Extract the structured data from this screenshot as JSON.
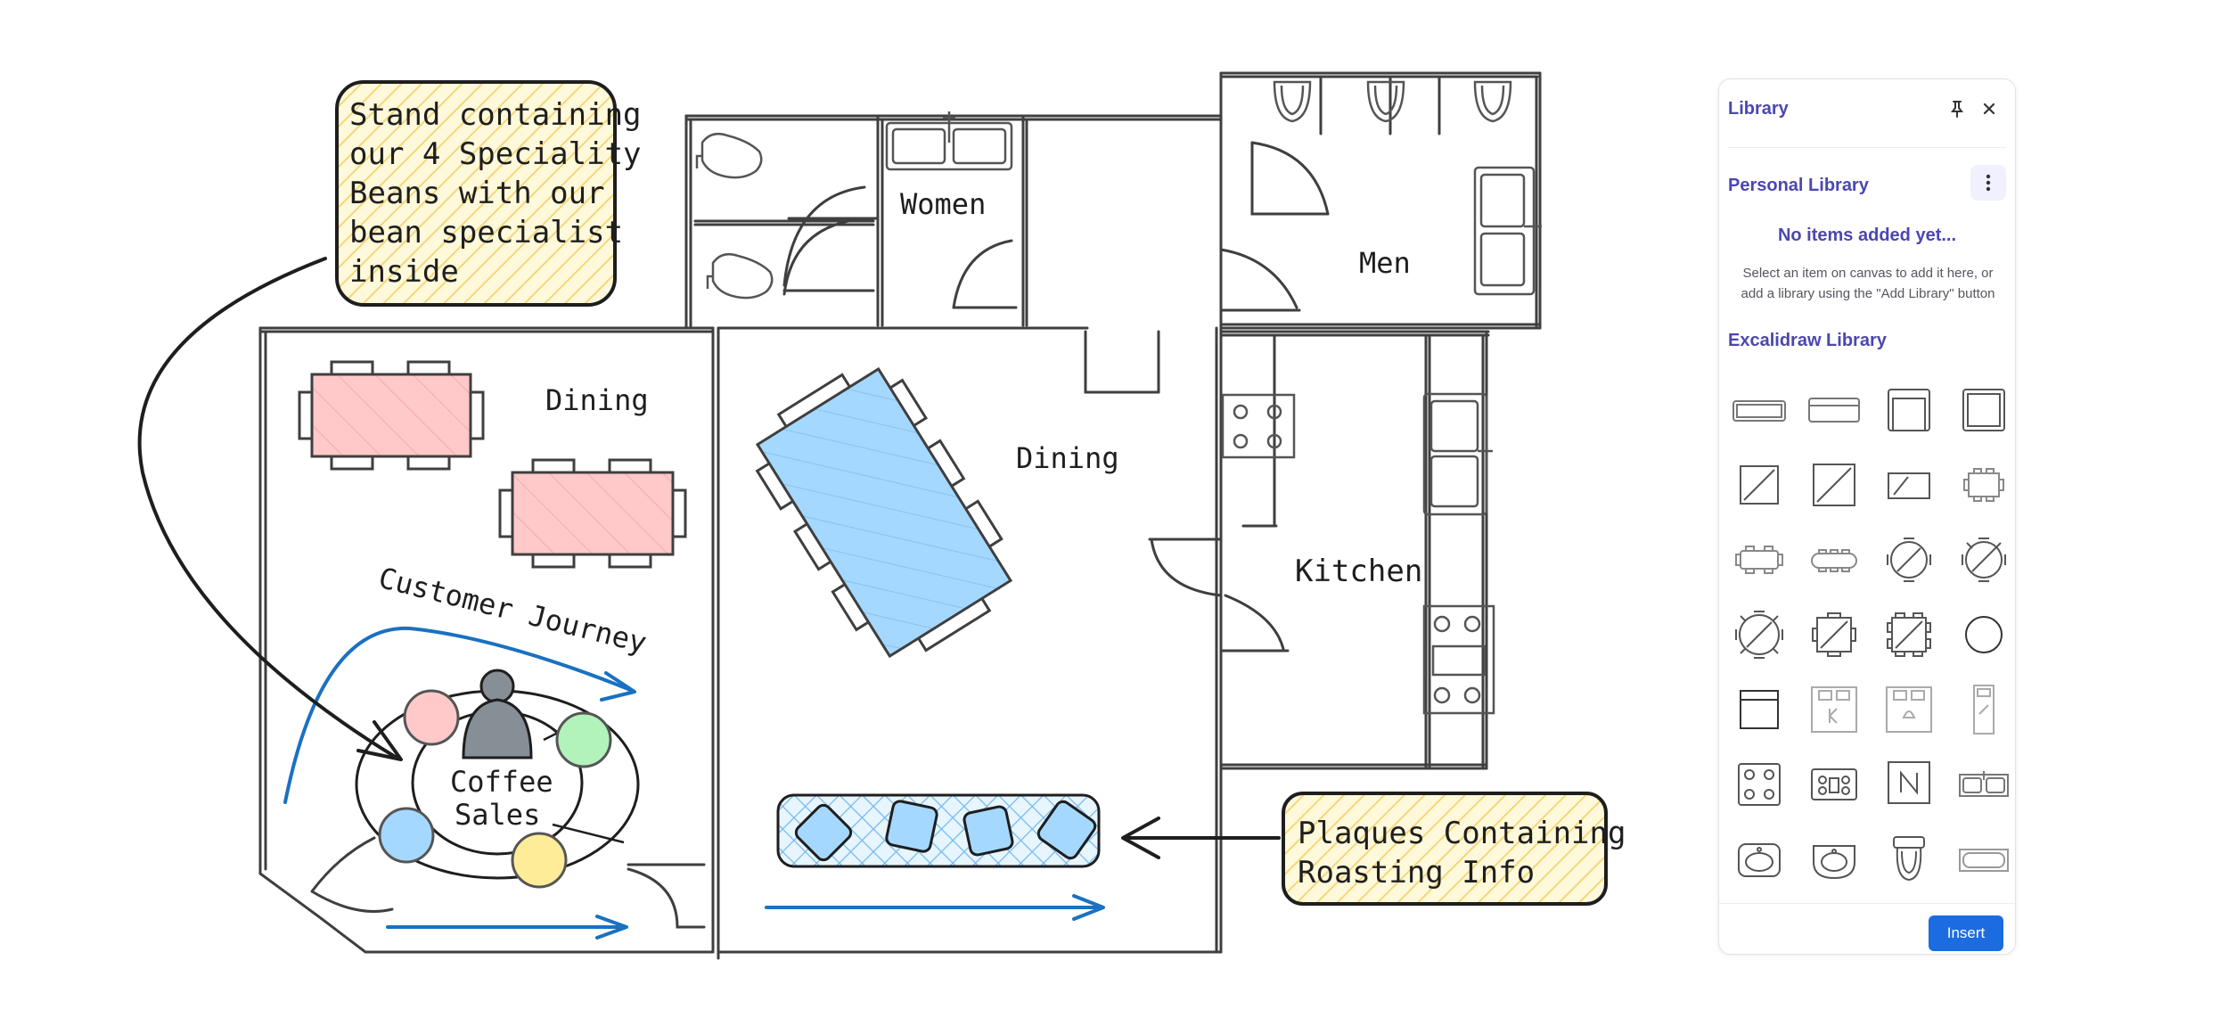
{
  "canvas": {
    "notes": {
      "beans": [
        "Stand containing",
        "our 4 Speciality",
        "Beans with our",
        "bean specialist",
        "inside"
      ],
      "plaques": [
        "Plaques Containing",
        "Roasting Info"
      ]
    },
    "labels": {
      "women": "Women",
      "men": "Men",
      "dining_left": "Dining",
      "dining_center": "Dining",
      "kitchen": "Kitchen",
      "customer_journey": "Customer Journey",
      "coffee": "Coffee",
      "sales": "Sales"
    },
    "colors": {
      "stroke": "#1e1e1e",
      "wall": "#555555",
      "note_fill": "#fff9db",
      "note_hatch": "#f7e08b",
      "pink_table": "#ffc9c9",
      "blue_table": "#a5d8ff",
      "arrow_blue": "#1971c2",
      "green": "#b2f2bb",
      "yellow": "#ffec99",
      "person": "#868e96"
    }
  },
  "library": {
    "title": "Library",
    "pin_icon": "pin-icon",
    "close_icon": "close-icon",
    "personal_title": "Personal Library",
    "menu_icon": "dots-vertical-icon",
    "empty_title": "No items added yet...",
    "empty_desc": "Select an item on canvas to add it here, or add a library using the \"Add Library\" button",
    "excalidraw_title": "Excalidraw Library",
    "items": [
      "sofa-icon",
      "sofa-icon",
      "armchair-icon",
      "armchair-icon",
      "square-table-icon",
      "square-table-icon",
      "rect-table-icon",
      "table-4-chairs-icon",
      "table-6-chairs-icon",
      "oval-table-icon",
      "round-table-4-icon",
      "round-table-6-icon",
      "round-table-8-icon",
      "square-table-4-chairs-icon",
      "square-table-8-chairs-icon",
      "circle-icon",
      "cabinet-icon",
      "bed-icon",
      "bed-icon",
      "single-bed-icon",
      "stove-icon",
      "cooktop-icon",
      "fridge-icon",
      "double-sink-icon",
      "sink-icon",
      "round-sink-icon",
      "toilet-icon",
      "bathtub-icon"
    ],
    "insert_label": "Insert"
  }
}
